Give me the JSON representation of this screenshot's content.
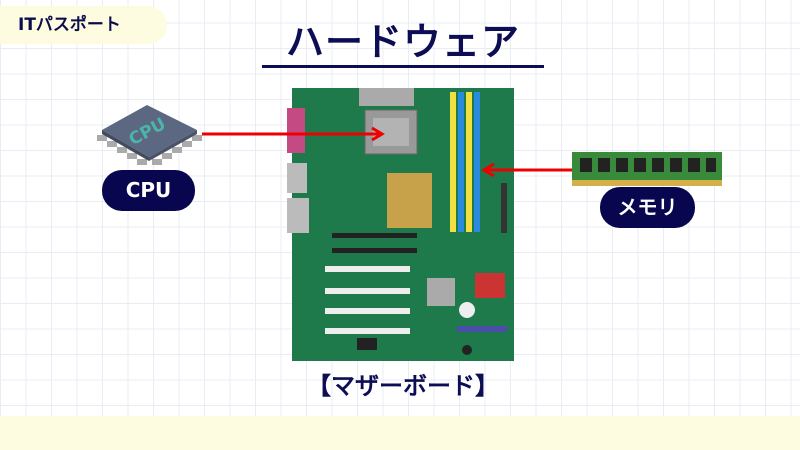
{
  "badge": "ITパスポート",
  "title": "ハードウェア",
  "labels": {
    "cpu": "CPU",
    "memory": "メモリ",
    "motherboard": "【マザーボード】"
  },
  "chip_text": "CPU",
  "colors": {
    "navy": "#07064e",
    "arrow": "#ee0000",
    "board": "#1e7a4a",
    "cream": "#fdfbe0"
  }
}
